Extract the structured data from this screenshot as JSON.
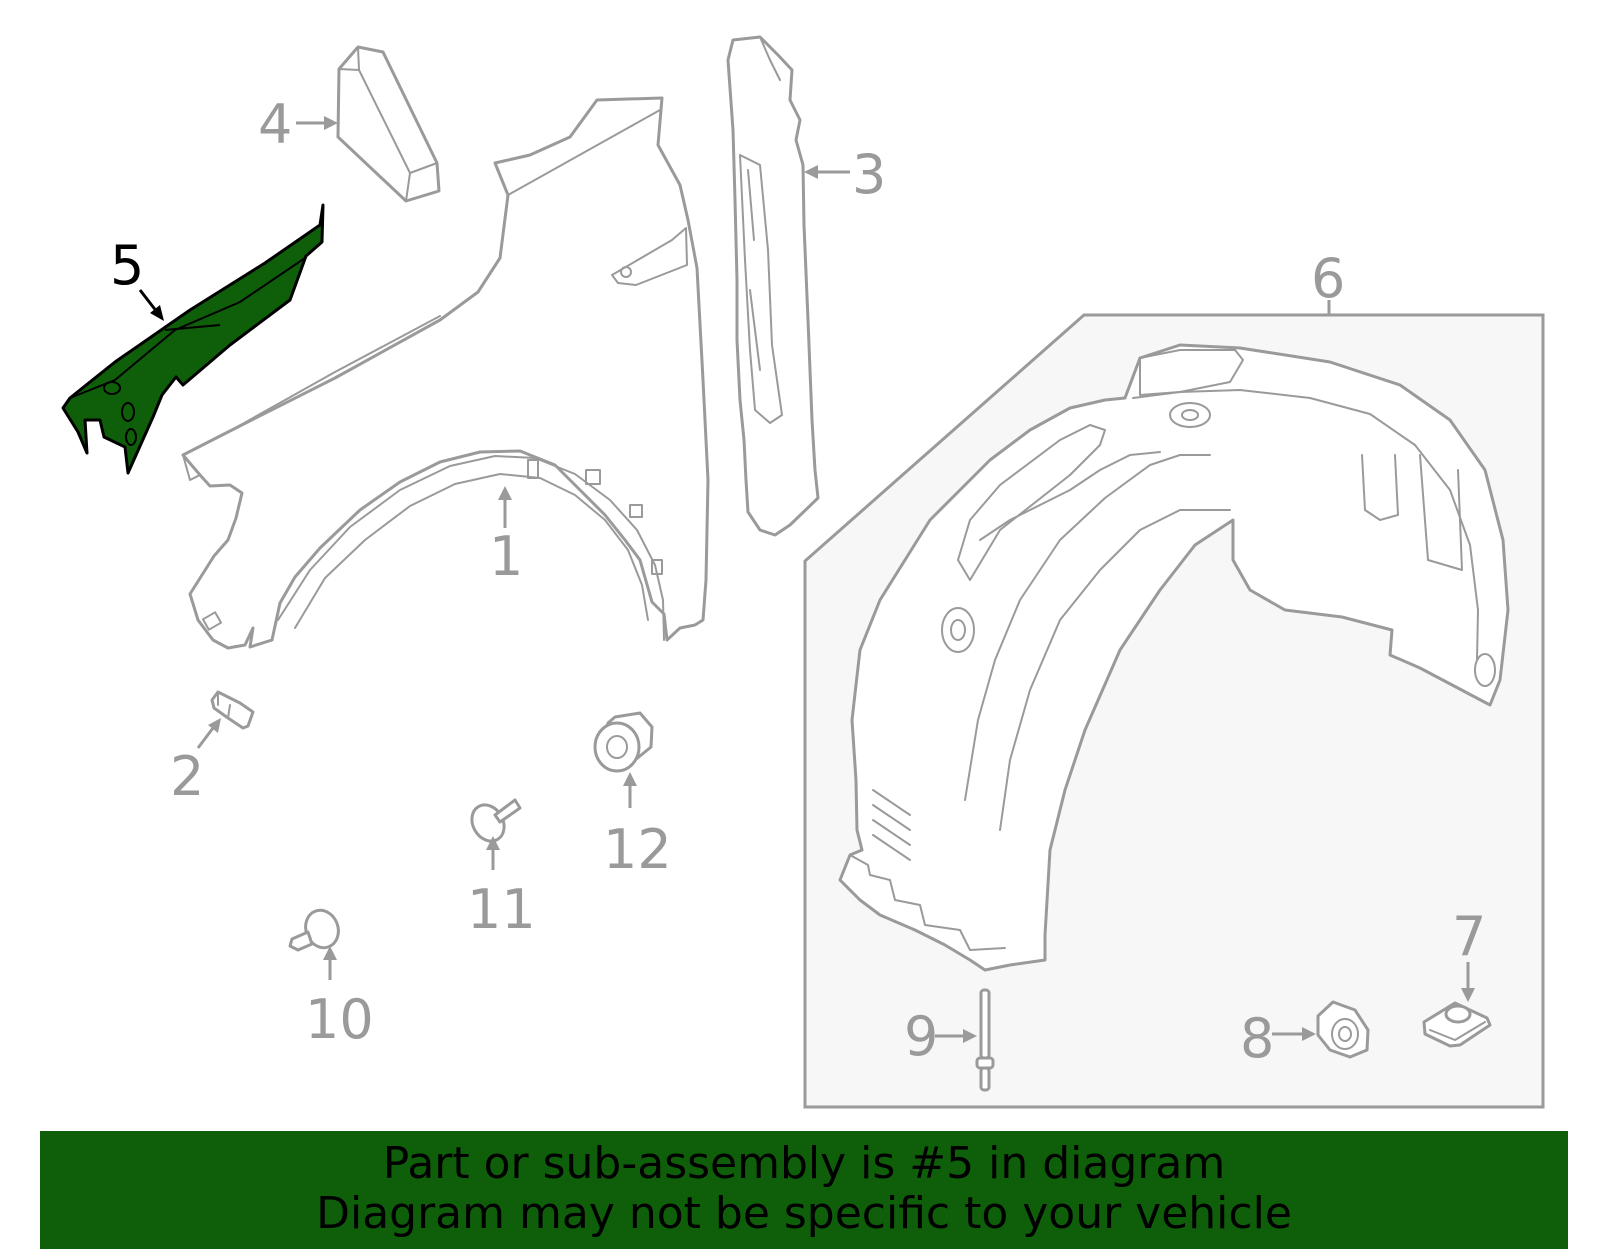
{
  "colors": {
    "highlight_part": "#0f5e0a",
    "banner_bg": "#0f5e0a",
    "line": "#9a9a9a",
    "box_fill": "#f7f7f7"
  },
  "callouts": {
    "c1": "1",
    "c2": "2",
    "c3": "3",
    "c4": "4",
    "c5": "5",
    "c6": "6",
    "c7": "7",
    "c8": "8",
    "c9": "9",
    "c10": "10",
    "c11": "11",
    "c12": "12"
  },
  "highlighted_part": "5",
  "banner": {
    "line1": "Part or sub-assembly is #5 in diagram",
    "line2": "Diagram may not be specific to your vehicle"
  }
}
